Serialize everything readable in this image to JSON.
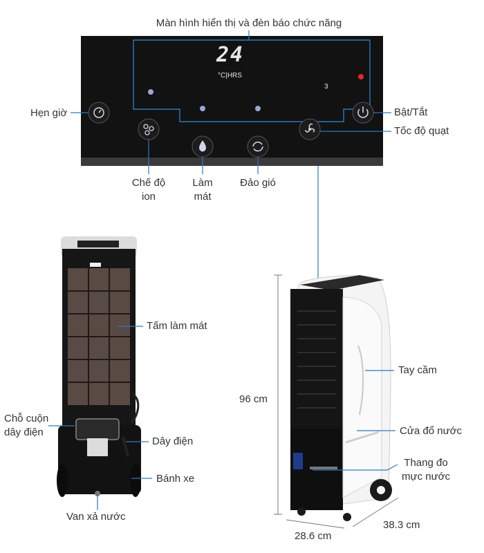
{
  "panel": {
    "title": "Màn hình hiển thị và đèn báo chức năng",
    "display_digits": "24",
    "display_units": "°C|HRS",
    "speed_indicator": "3",
    "labels": {
      "timer": "Hẹn giờ",
      "power": "Bật/Tắt",
      "fan_speed": "Tốc độ quạt",
      "ion_line1": "Chế độ",
      "ion_line2": "ion",
      "cool_line1": "Làm",
      "cool_line2": "mát",
      "swing": "Đảo gió"
    }
  },
  "back_view": {
    "cooling_pad": "Tấm làm mát",
    "cord_wrap_line1": "Chỗ cuộn",
    "cord_wrap_line2": "dây điện",
    "power_cord": "Dây điện",
    "wheels": "Bánh xe",
    "drain_valve": "Van xả nước"
  },
  "front_view": {
    "height": "96 cm",
    "handle": "Tay cầm",
    "water_inlet": "Cửa đổ nước",
    "level_line1": "Thang đo",
    "level_line2": "mực nước",
    "width": "28.6 cm",
    "depth": "38.3 cm"
  },
  "colors": {
    "panel": "#111111",
    "callout_line": "#2b79c2",
    "indicator_red": "#e8232b",
    "indicator_blue": "#9aa6d6"
  }
}
